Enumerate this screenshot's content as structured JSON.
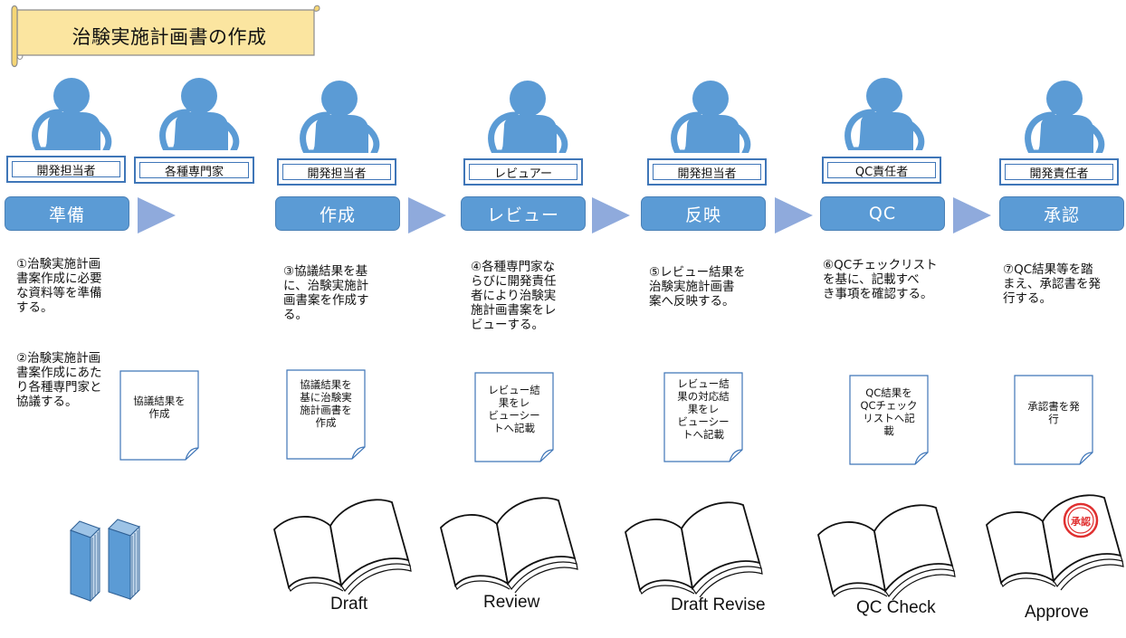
{
  "title": "治験実施計画書の作成",
  "roles": {
    "r1": "開発担当者",
    "r2": "各種専門家",
    "r3": "開発担当者",
    "r4": "レビュアー",
    "r5": "開発担当者",
    "r6": "QC責任者",
    "r7": "開発責任者"
  },
  "stages": {
    "s1": "準備",
    "s2": "作成",
    "s3": "レビュー",
    "s4": "反映",
    "s5": "QC",
    "s6": "承認"
  },
  "descriptions": {
    "d1": [
      "①治験実施計画",
      "書案作成に必要",
      "な資料等を準備",
      "する。"
    ],
    "d2": [
      "②治験実施計画",
      "書案作成にあた",
      "り各種専門家と",
      "協議する。"
    ],
    "d3": [
      "③協議結果を基",
      "に、治験実施計",
      "画書案を作成す",
      "る。"
    ],
    "d4": [
      "④各種専門家な",
      "らびに開発責任",
      "者により治験実",
      "施計画書案をレ",
      "ビューする。"
    ],
    "d5": [
      "⑤レビュー結果を",
      "治験実施計画書",
      "案へ反映する。"
    ],
    "d6": [
      "⑥QCチェックリスト",
      "を基に、記載すべ",
      "き事項を確認する。"
    ],
    "d7": [
      "⑦QC結果等を踏",
      "まえ、承認書を発",
      "行する。"
    ]
  },
  "documents": {
    "doc1": [
      "協議結果を",
      "作成"
    ],
    "doc2": [
      "協議結果を",
      "基に治験実",
      "施計画書を",
      "作成"
    ],
    "doc3": [
      "レビュー結",
      "果をレ",
      "ビューシー",
      "トへ記載"
    ],
    "doc4": [
      "レビュー結",
      "果の対応結",
      "果をレ",
      "ビューシー",
      "トへ記載"
    ],
    "doc5": [
      "QC結果を",
      "QCチェック",
      "リストへ記",
      "載"
    ],
    "doc6": [
      "承認書を発",
      "行"
    ]
  },
  "books": {
    "b1": "Draft",
    "b2": "Review",
    "b3": "Draft Revise",
    "b4": "QC Check",
    "b5": "Approve"
  },
  "seal_text": "承認",
  "colors": {
    "person": "#5b9bd5",
    "person_outline": "#4a86c5",
    "stage": "#5b9bd5",
    "arrow": "#8faadc",
    "banner": "#fbe5a0",
    "seal": "#e03030",
    "binder": "#5b9bd5"
  }
}
